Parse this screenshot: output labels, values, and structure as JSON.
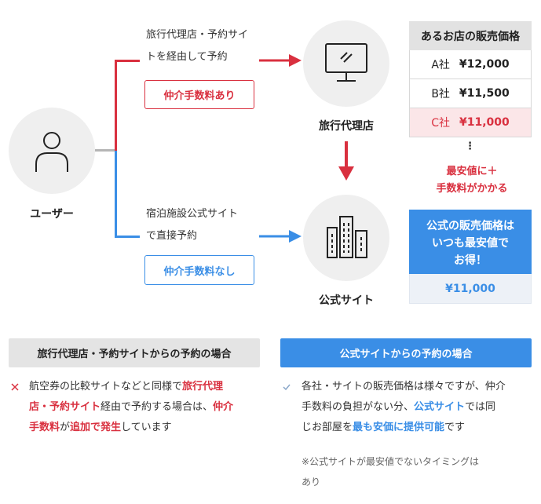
{
  "user": {
    "label": "ユーザー",
    "icon": "person-icon"
  },
  "agency_route": {
    "line1": "旅行代理店・予約サイ",
    "line2": "トを経由して予約",
    "badge": "仲介手数料あり",
    "color": "#d9303f"
  },
  "direct_route": {
    "line1": "宿泊施設公式サイト",
    "line2": "で直接予約",
    "badge": "仲介手数料なし",
    "color": "#3a8ee6"
  },
  "agency_node": {
    "label": "旅行代理店",
    "icon": "monitor-icon"
  },
  "official_node": {
    "label": "公式サイト",
    "icon": "buildings-icon"
  },
  "price_table": {
    "title": "あるお店の販売価格",
    "rows": [
      {
        "company": "A社",
        "price": "¥12,000"
      },
      {
        "company": "B社",
        "price": "¥11,500"
      },
      {
        "company": "C社",
        "price": "¥11,000"
      }
    ],
    "more": "⋮",
    "note_line1": "最安値に＋",
    "note_line2": "手数料がかかる"
  },
  "official_price": {
    "line1": "公式の販売価格は",
    "line2": "いつも最安値で",
    "line3": "お得！",
    "price": "¥11,000"
  },
  "left_section": {
    "title": "旅行代理店・予約サイトからの予約の場合",
    "mark": "×",
    "l1_a": "航空券の比較サイトなどと同様で",
    "l1_b": "旅行代理",
    "l2_a": "店・予約サイト",
    "l2_b": "経由で予約する場合は、",
    "l2_c": "仲介",
    "l3_a": "手数料",
    "l3_b": "が",
    "l3_c": "追加で発生",
    "l3_d": "しています"
  },
  "right_section": {
    "title": "公式サイトからの予約の場合",
    "mark": "✓",
    "l1": "各社・サイトの販売価格は様々ですが、仲介",
    "l2_a": "手数料の負担がない分、",
    "l2_b": "公式サイト",
    "l2_c": "では同",
    "l3_a": "じお部屋を",
    "l3_b": "最も安価に提供可能",
    "l3_c": "です",
    "note1": "※公式サイトが最安値でないタイミングは",
    "note2": "あり"
  }
}
